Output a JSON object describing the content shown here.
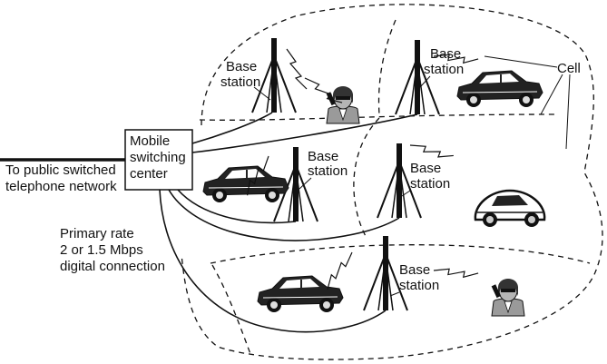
{
  "diagram": {
    "cell_label": "Cell",
    "msc": {
      "line1": "Mobile",
      "line2": "switching",
      "line3": "center"
    },
    "pstn": {
      "line1": "To public switched",
      "line2": "telephone network"
    },
    "primary_rate": {
      "line1": "Primary rate",
      "line2": "2 or 1.5 Mbps",
      "line3": "digital connection"
    },
    "base_stations": [
      {
        "line1": "Base",
        "line2": "station"
      },
      {
        "line1": "Base",
        "line2": "station"
      },
      {
        "line1": "Base",
        "line2": "station"
      },
      {
        "line1": "Base",
        "line2": "station"
      },
      {
        "line1": "Base",
        "line2": "station"
      }
    ],
    "icons": [
      "antenna-tower-icon",
      "car-icon",
      "person-with-phone-icon",
      "lightning-signal-icon"
    ],
    "colors": {
      "ink": "#111111",
      "background": "#ffffff"
    }
  }
}
